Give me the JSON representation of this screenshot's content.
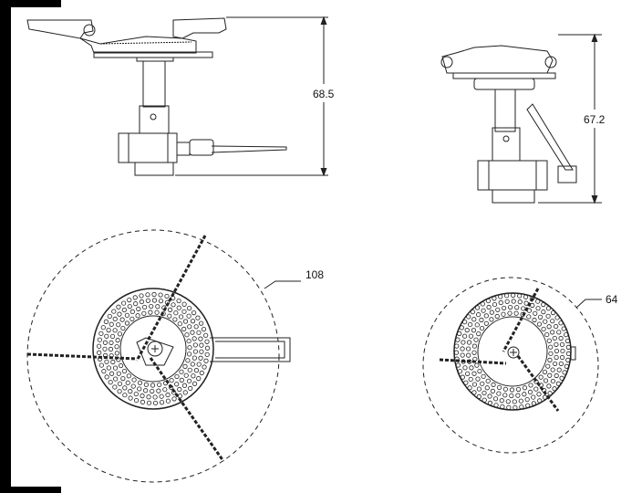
{
  "dimensions": {
    "left_height": "68.5",
    "right_height": "67.2",
    "left_diameter": "108",
    "right_diameter": "64"
  },
  "colors": {
    "line": "#222222",
    "frame": "#000000"
  }
}
